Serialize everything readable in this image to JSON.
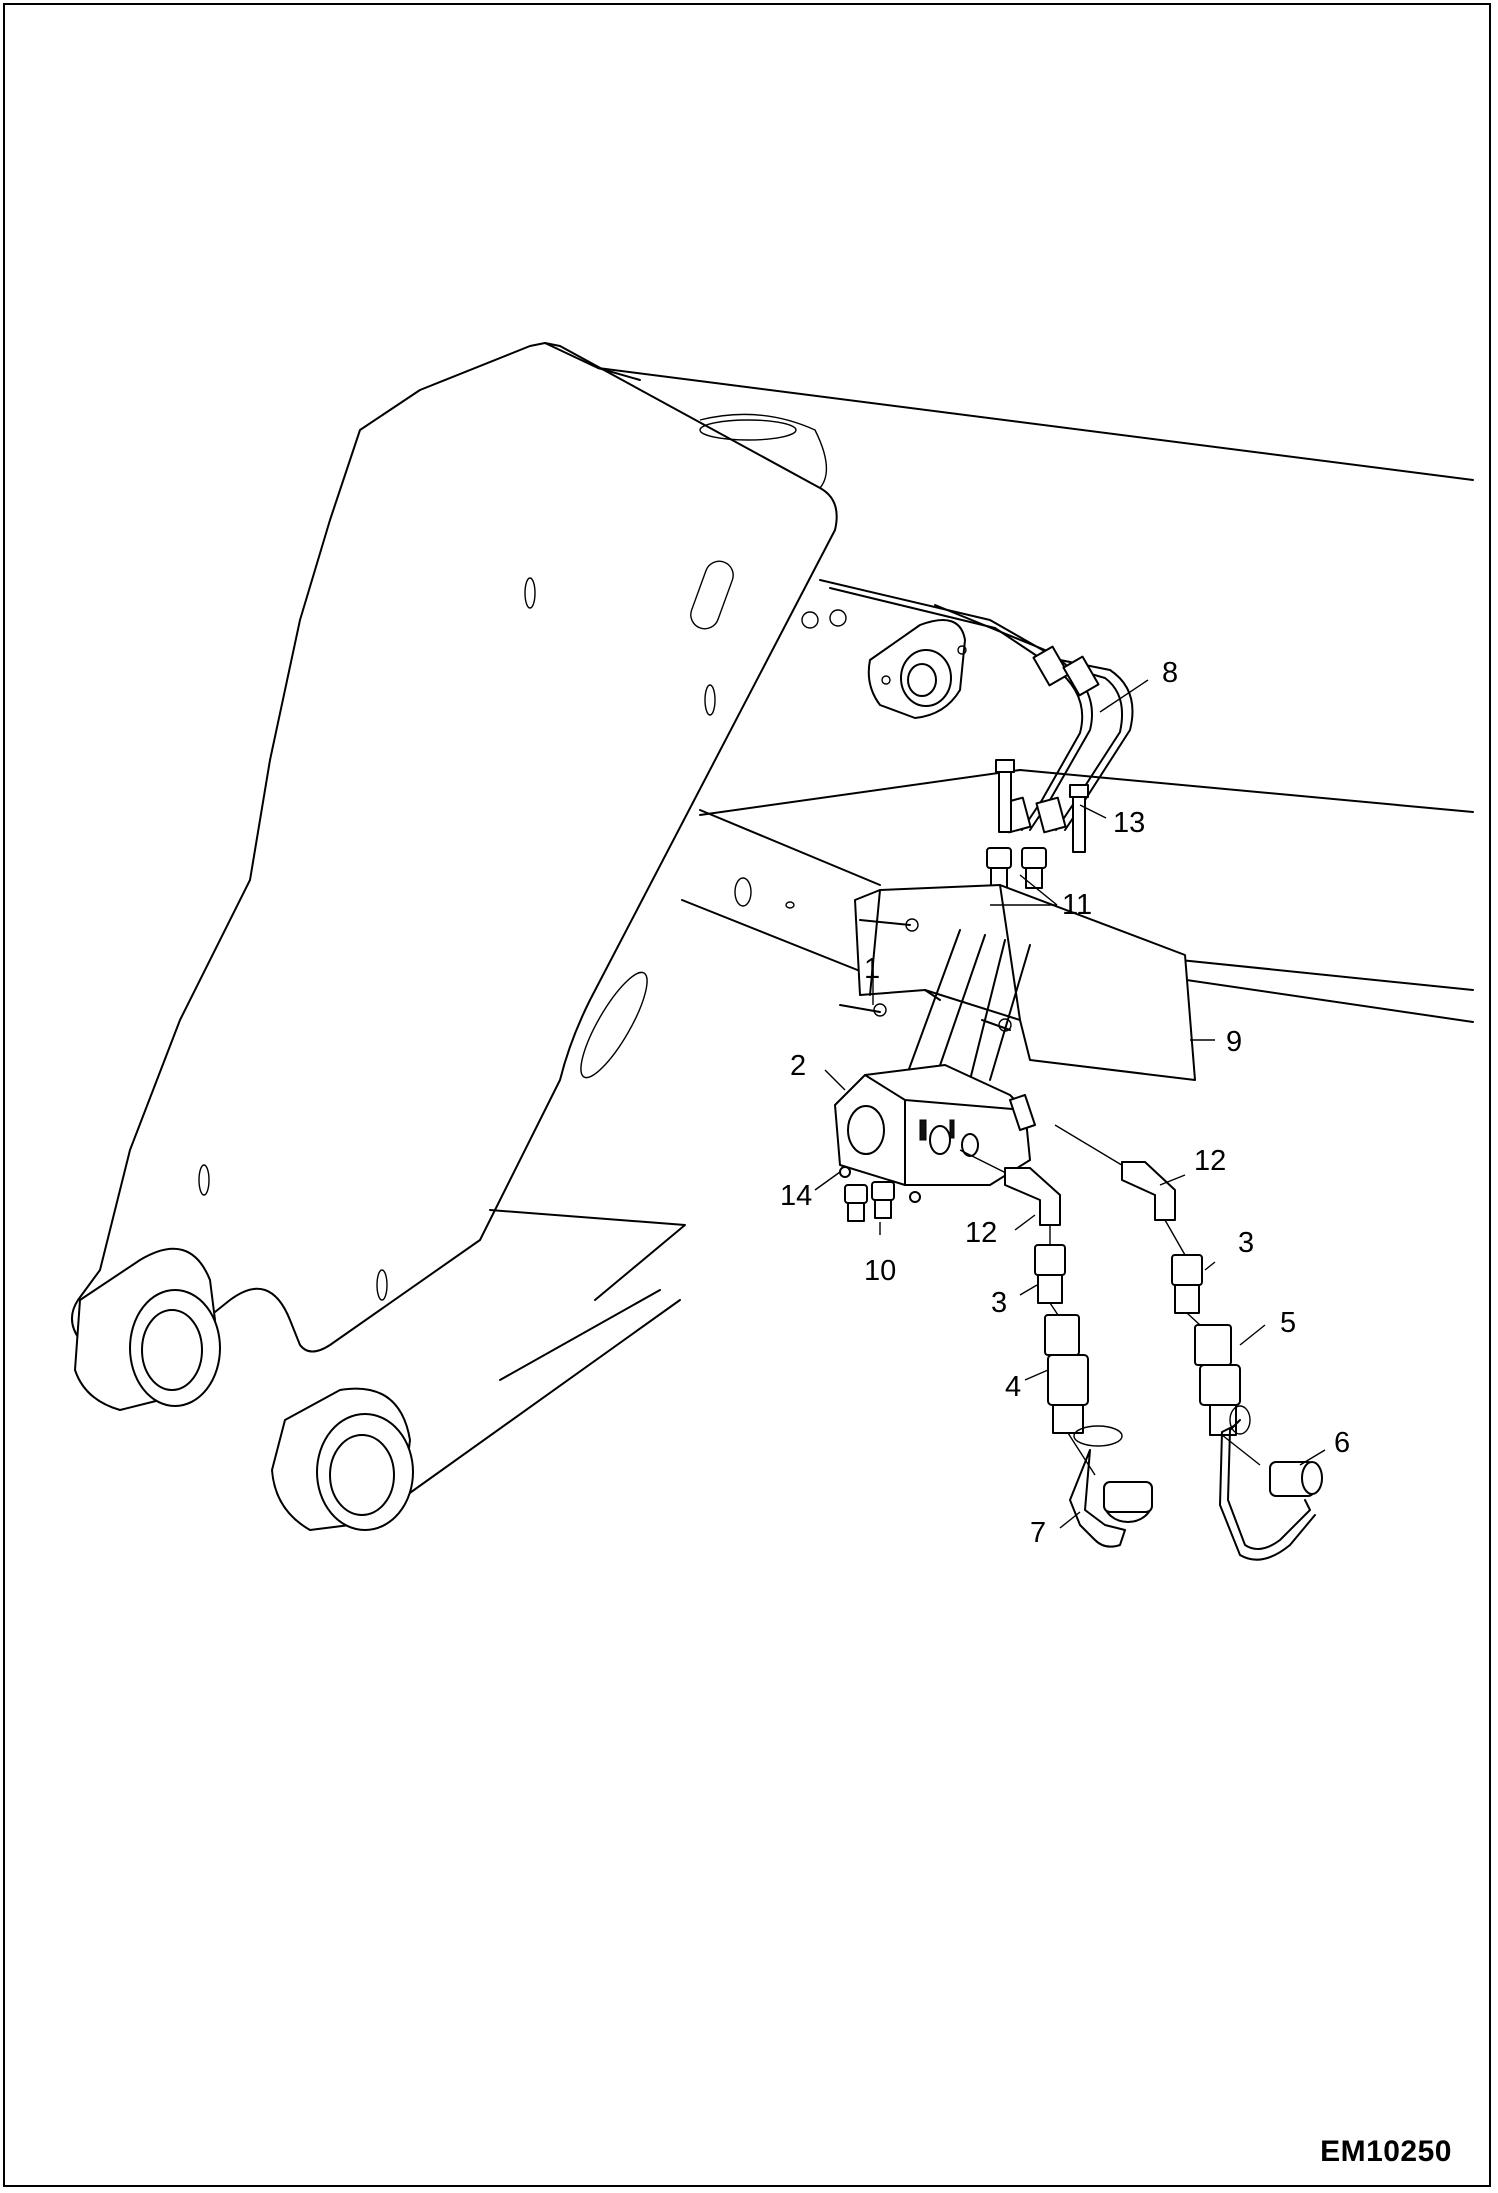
{
  "diagram": {
    "figure_code": "EM10250",
    "callouts": [
      {
        "id": "c1",
        "label": "1"
      },
      {
        "id": "c2",
        "label": "2"
      },
      {
        "id": "c3a",
        "label": "3"
      },
      {
        "id": "c3b",
        "label": "3"
      },
      {
        "id": "c4",
        "label": "4"
      },
      {
        "id": "c5",
        "label": "5"
      },
      {
        "id": "c6",
        "label": "6"
      },
      {
        "id": "c7",
        "label": "7"
      },
      {
        "id": "c8",
        "label": "8"
      },
      {
        "id": "c9",
        "label": "9"
      },
      {
        "id": "c10",
        "label": "10"
      },
      {
        "id": "c11",
        "label": "11"
      },
      {
        "id": "c12a",
        "label": "12"
      },
      {
        "id": "c12b",
        "label": "12"
      },
      {
        "id": "c13",
        "label": "13"
      },
      {
        "id": "c14",
        "label": "14"
      }
    ]
  }
}
